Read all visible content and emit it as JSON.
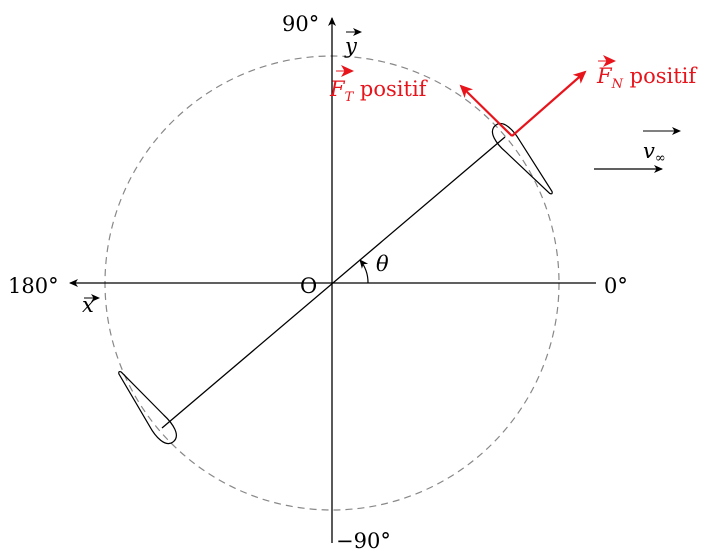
{
  "labels": {
    "angle_top": "90°",
    "angle_left": "180°",
    "angle_right": "0°",
    "angle_bottom": "−90°",
    "origin": "O",
    "theta": "θ",
    "y_axis": "y",
    "x_axis": "x",
    "v_inf_base": "v",
    "v_inf_sub": "∞",
    "ft_base": "F",
    "ft_sub": "T",
    "ft_word": " positif",
    "fn_base": "F",
    "fn_sub": "N",
    "fn_word": " positif"
  },
  "colors": {
    "axis": "#000000",
    "circle": "#888888",
    "force": "#e8141c"
  }
}
